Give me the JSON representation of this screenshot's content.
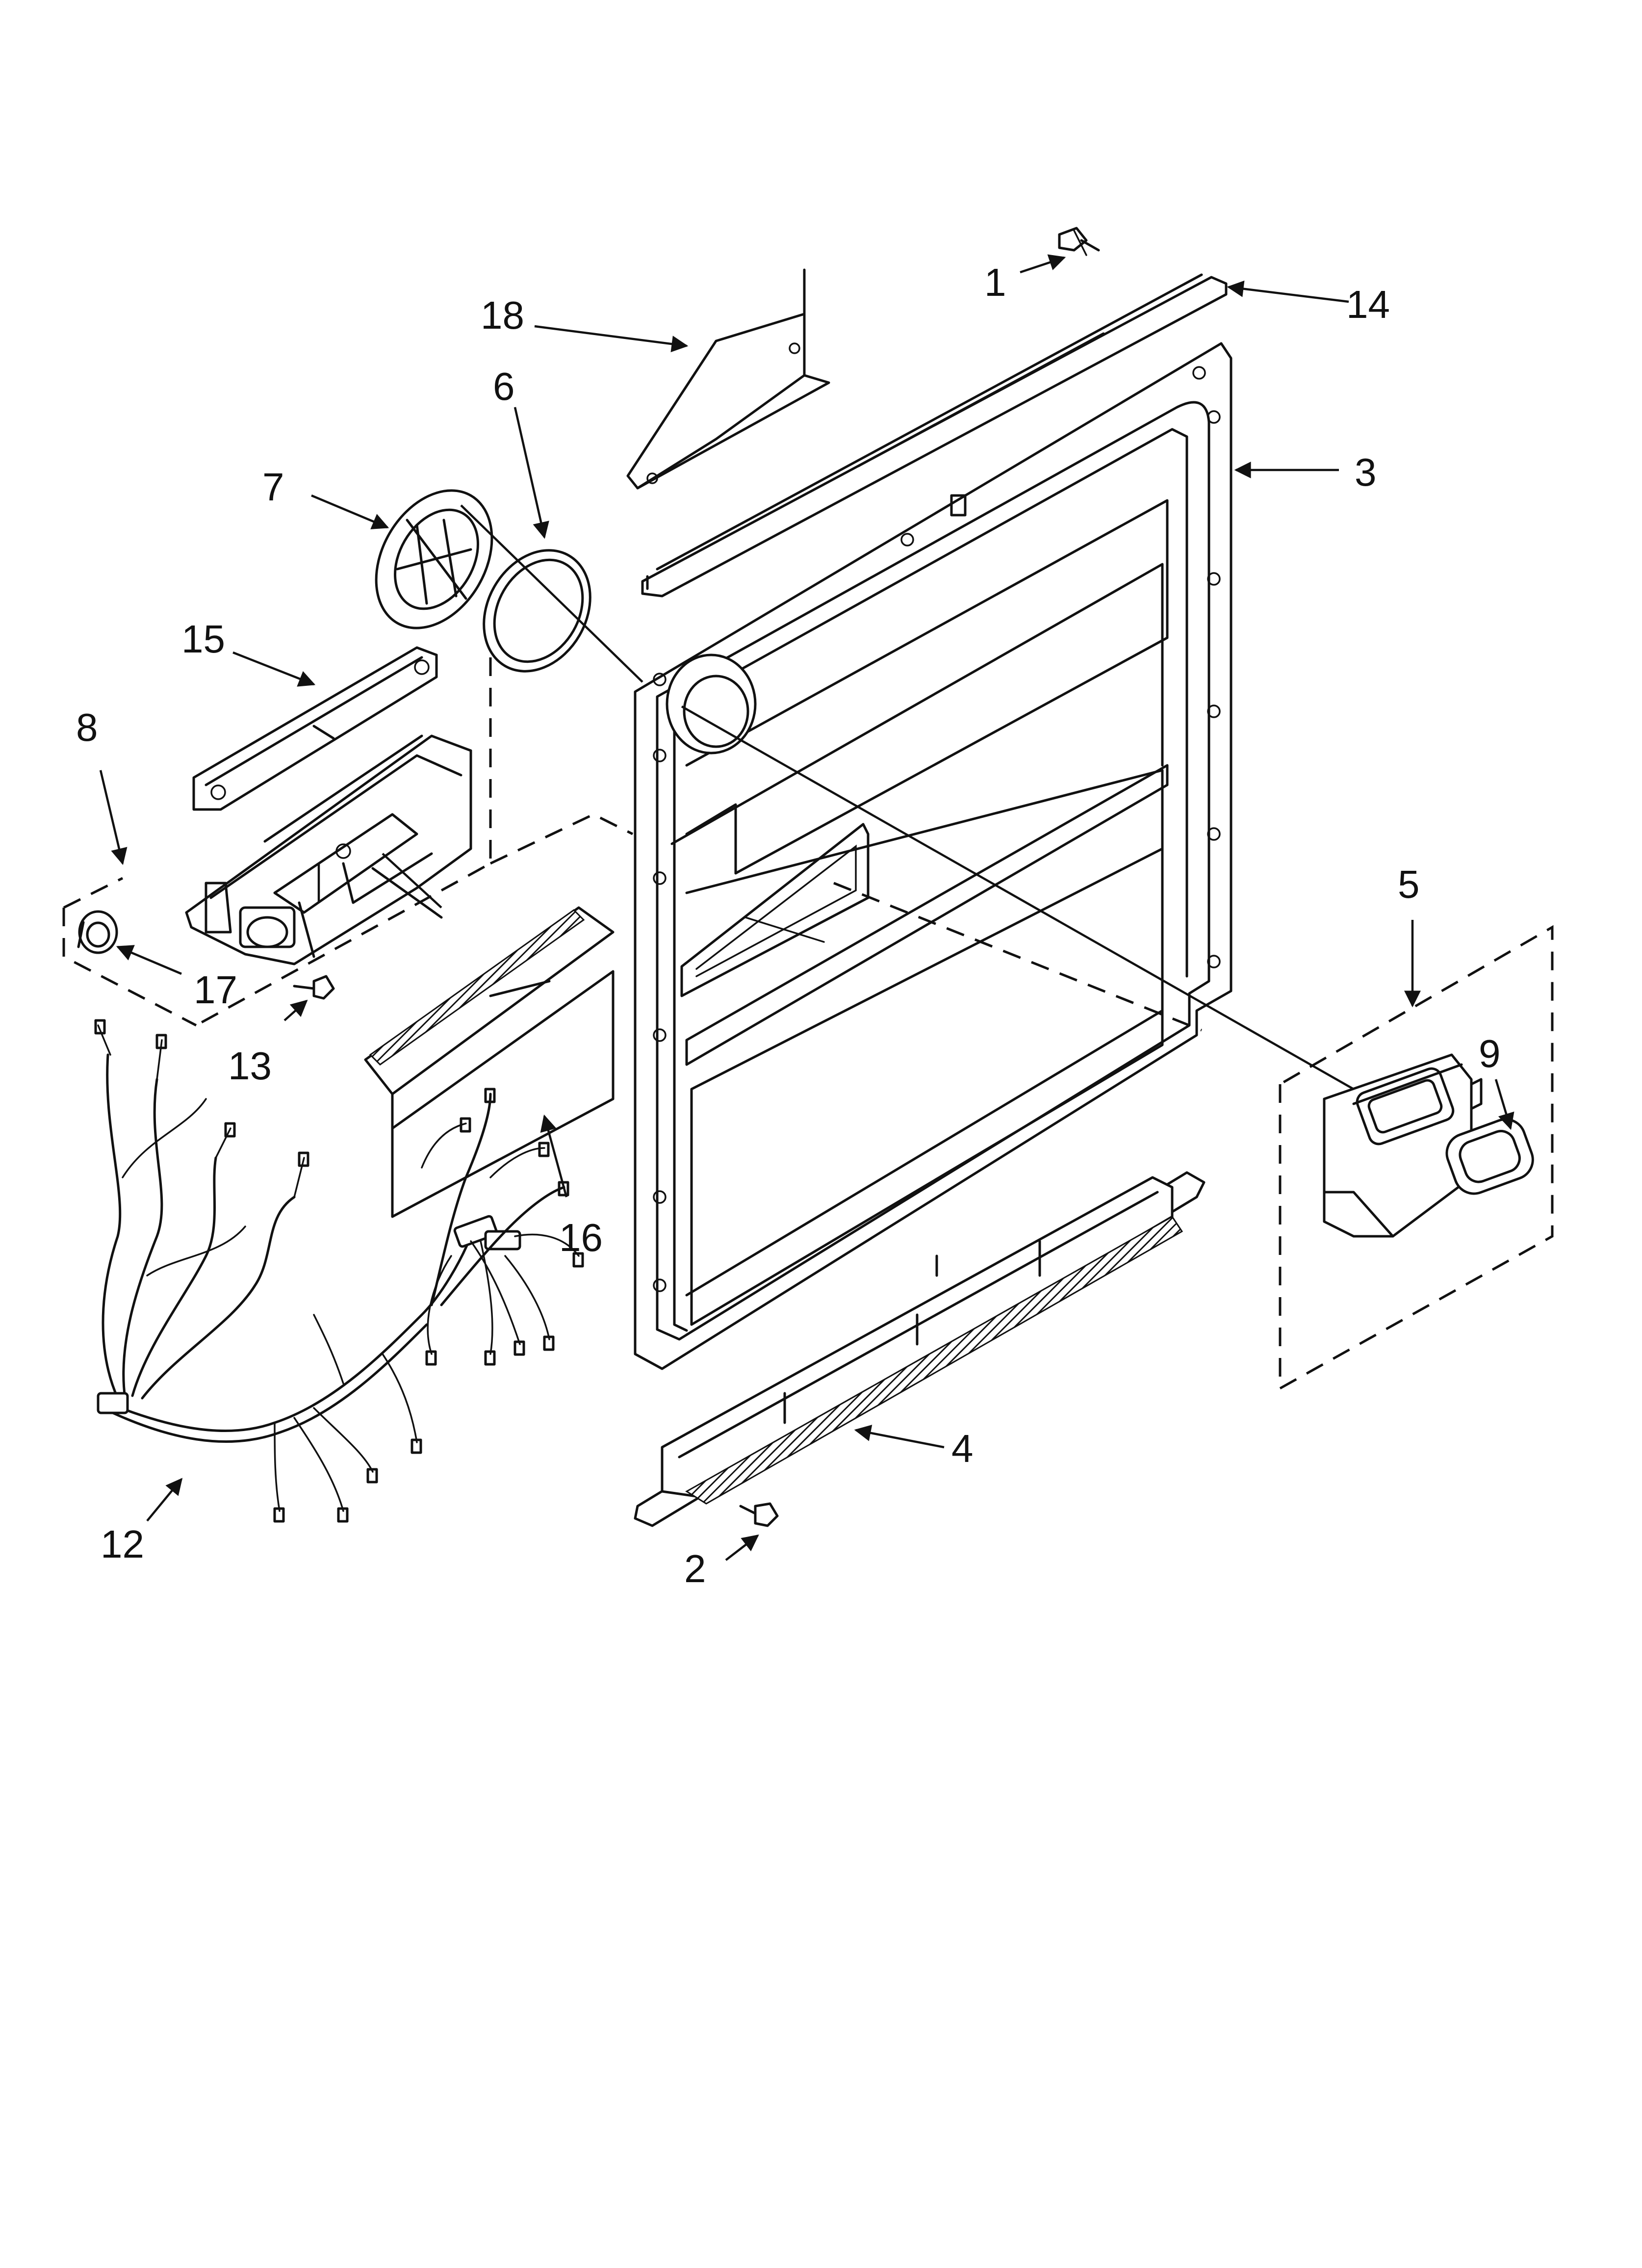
{
  "colors": {
    "ink": "#111111",
    "background": "#ffffff"
  },
  "callouts": {
    "c1": "1",
    "c2": "2",
    "c3": "3",
    "c4": "4",
    "c5": "5",
    "c6": "6",
    "c7": "7",
    "c8": "8",
    "c9": "9",
    "c12": "12",
    "c13": "13",
    "c14": "14",
    "c15": "15",
    "c16": "16",
    "c17": "17",
    "c18": "18"
  }
}
